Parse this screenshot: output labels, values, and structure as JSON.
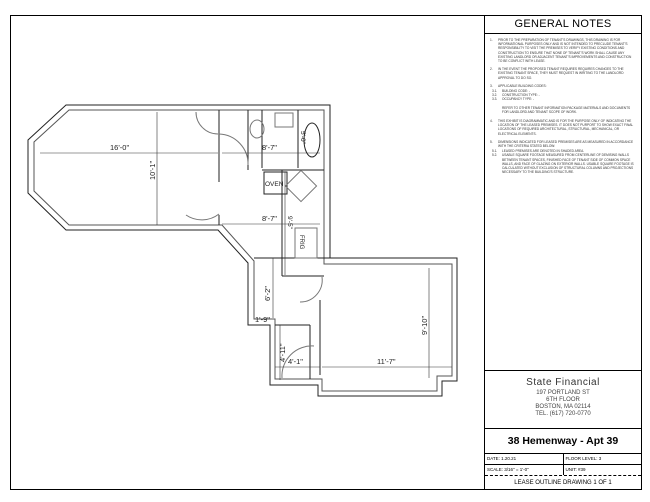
{
  "notes": {
    "title": "GENERAL NOTES",
    "items": [
      {
        "num": "1.",
        "text": "PRIOR TO THE PREPARATION OF TENANT'S DRAWINGS, THIS DRAWING IS FOR INFORMATIONAL PURPOSES ONLY AND IS NOT INTENDED TO PRECLUDE TENANT'S RESPONSIBILITY TO VISIT THE PREMISES TO VERIFY EXISTING CONDITIONS AND CONSTRUCTION TO ENSURE THAT NONE OF TENANT'S WORK SHALL CAUSE ANY EXISTING LANDLORD OR ADJACENT TENANT'S IMPROVEMENTS AND CONSTRUCTION TO BE CONFLICT WITH LEASE."
      },
      {
        "num": "2.",
        "text": "IN THE EVENT THE PROPOSED TENANT REQUIRES REQUIRES CHANGES TO THE EXISTING TENANT SPACE, THEY MUST REQUEST IN WRITING TO THE LANDLORD APPROVAL TO DO SO."
      },
      {
        "num": "3.",
        "text": "APPLICABLE BUILDING CODES:"
      },
      {
        "num": "4.",
        "text": "THIS EXHIBIT IS DIAGRAMMATIC AND IS FOR THE PURPOSE ONLY OF INDICATING THE LOCATION OF THE LEASED PREMISES. IT DOES NOT PURPORT TO SHOW EXACT FINAL LOCATIONS OF REQUIRED ARCHITECTURAL, STRUCTURAL, MECHANICAL, OR ELECTRICAL ELEMENTS."
      },
      {
        "num": "5.",
        "text": "DIMENSIONS INDICATED FOR LEASED PREMISES ARE AS MEASURED IN ACCORDANCE WITH THE CRITERIA STATED BELOW:"
      }
    ],
    "sub3": [
      {
        "num": "3.1.",
        "text": "BUILDING CODE:   -"
      },
      {
        "num": "3.2.",
        "text": "CONSTRUCTION TYPE:   -"
      },
      {
        "num": "3.3.",
        "text": "OCCUPANCY TYPE:   -"
      }
    ],
    "refer": "REFER TO OTHER TENANT INFORMATION PACKAGE MATERIALS AND DOCUMENTS FOR LANDLORD AND TENANT SCOPE OF WORK.",
    "sub5": [
      {
        "num": "5.1.",
        "text": "LEASED PREMISES ARE DENOTED IN SHADED AREA."
      },
      {
        "num": "5.2.",
        "text": "USABLE SQUARE FOOTAGE MEASURED FROM CENTERLINE OF DEMISING WALLS BETWEEN TENANT SPACES, FINISHED FACE OF TENANT SIDE OF COMMON SPACE WALLS, AND FACE OF GLAZING ON EXTERIOR WALLS. USABLE SQUARE FOOTAGE IS CALCULATED WITHOUT EXCLUSION OF STRUCTURAL COLUMNS AND PROJECTIONS NECESSARY TO THE BUILDING'S STRUCTURE."
      }
    ]
  },
  "company": {
    "name": "State Financial",
    "address1": "197 PORTLAND ST",
    "address2": "6TH FLOOR",
    "address3": "BOSTON, MA 02114",
    "phone": "TEL. (617) 720-0770"
  },
  "project": {
    "title": "38 Hemenway - Apt 39"
  },
  "info": {
    "date": "DATE: 1.20.21",
    "floor": "FLOOR LEVEL: 3",
    "scale": "SCALE: 3/16\" = 1'-0\"",
    "unit": "UNIT: #39",
    "sheet": "LEASE OUTLINE DRAWING 1 OF 1"
  },
  "plan": {
    "dims": {
      "living_width": "16'-0\"",
      "living_depth": "10'-1\"",
      "bath_width": "8'-7\"",
      "tub": "5'-0\"",
      "kitchen_width": "8'-7\"",
      "kitchen_depth": "9'-5\"",
      "hall": "6'-2\"",
      "hall_width": "1'-9\"",
      "closet_depth": "4'-11\"",
      "closet_width": "4'-1\"",
      "bedroom_width": "11'-7\"",
      "bedroom_depth": "9'-10\""
    },
    "labels": {
      "oven": "OVEN",
      "frig": "FRIG"
    }
  }
}
